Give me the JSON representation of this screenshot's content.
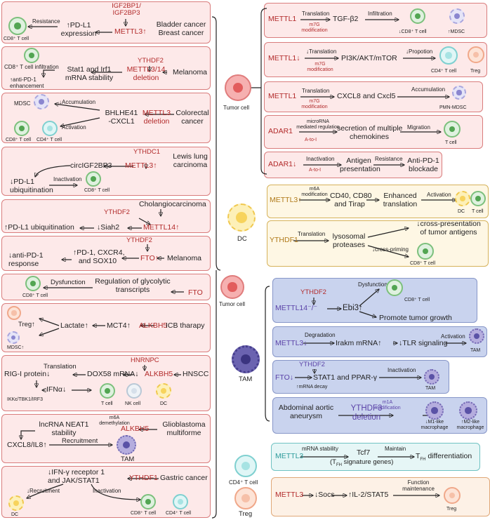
{
  "left": {
    "p1": {
      "above": "IGF2BP1/\nIGF2BP3",
      "cancer": "Bladder cancer\nBreast cancer",
      "gene": "METTL3↑",
      "result": "↑PD-L1\nexpression",
      "arrow_label": "Resistance",
      "cell": "CD8⁺ T cell"
    },
    "p2": {
      "gene_top": "YTHDF2",
      "gene": "METTL3/14\ndeletion",
      "cancer": "Melanoma",
      "mid": "Stat1 and Irf1\nmRNA stability",
      "out1": "CD8⁺ T cell infiltration",
      "out2": "↑anti-PD-1\nenhancement"
    },
    "p3": {
      "cancer": "Colorectal\ncancer",
      "gene": "METTL3\ndeletion",
      "mid": "BHLHE41\n-CXCL1",
      "lab1": "↓Accumulation",
      "lab2": "Activation",
      "c1": "MDSC",
      "c2": "CD8⁺ T cell",
      "c3": "CD4⁺ T cell"
    },
    "p4": {
      "reader": "YTHDC1",
      "gene": "METTL3↑",
      "cancer": "Lewis lung\ncarcinoma",
      "mid": "circIGF2BP3",
      "out": "↓PD-L1\nubiquitination",
      "lab": "Inactivation",
      "cell": "CD8⁺ T cell"
    },
    "p5": {
      "cancer": "Cholangiocarcinoma",
      "reader": "YTHDF2",
      "gene": "METTL14↑",
      "mid": "↓Siah2",
      "out": "↑PD-L1 ubiquitination"
    },
    "p6": {
      "reader": "YTHDF2",
      "gene": "FTO↑",
      "cancer": "Melanoma",
      "mid": "↑PD-1, CXCR4,\nand SOX10",
      "out": "↓anti-PD-1\nresponse"
    },
    "p7": {
      "cell": "CD8⁺ T cell",
      "lab": "Dysfunction",
      "mid": "Regulation of glycolytic\ntranscripts",
      "gene": "FTO"
    },
    "p8": {
      "c1": "Treg↑",
      "c2": "MDSC↑",
      "mid1": "Lactate↑",
      "mid2": "MCT4↑",
      "gene": "ALKBH5",
      "cancer": "ICB tharapy"
    },
    "p9": {
      "above": "HNRNPC",
      "gene": "ALKBH5",
      "cancer": "HNSCC",
      "mid": "DOX58 mRNA↓",
      "lab": "Translation",
      "out1": "RIG-I protein↓",
      "out2": "IFNα↓",
      "sub": "IKKε/TBK1/IRF3",
      "c1": "T cell",
      "c2": "NK cell",
      "c3": "DC"
    },
    "p10": {
      "lab_top": "m6A\ndemethylation",
      "gene": "ALKBH5",
      "cancer": "Glioblastoma\nmultiforme",
      "mid": "lncRNA NEAT1\nstability",
      "out": "CXCL8/IL8↑",
      "lab": "Recruitment",
      "cell": "TAM"
    },
    "p11": {
      "mid": "↓IFN-γ receptor 1\nand JAK/STAT1",
      "gene": "YTHDF1",
      "cancer": "Gastric cancer",
      "lab1": "↓Recruitment",
      "lab2": "Inactivation",
      "c1": "DC",
      "c2": "CD8⁺ T cell",
      "c3": "CD4⁺ T cell"
    }
  },
  "side_labels": {
    "tumor1": "Tumor cell",
    "tumor2": "Tumor cell",
    "dc": "DC",
    "tam": "TAM",
    "cd4": "CD4⁺ T cell",
    "treg": "Treg"
  },
  "right": {
    "r1": {
      "gene": "METTL1",
      "lab_top": "Translation",
      "lab_bot": "m7G\nmodification",
      "mid": "TGF-β2",
      "lab2": "Infiltration",
      "c1": "↓CD8⁺ T cell",
      "c2": "↑MDSC"
    },
    "r2": {
      "gene": "METTL1↓",
      "lab_top": "↓Translation",
      "lab_bot": "m7G\nmodification",
      "mid": "PI3K/AKT/mTOR",
      "lab2": "↓Propotion",
      "c1": "CD4⁺ T cell",
      "c2": "Treg"
    },
    "r3": {
      "gene": "METTL1",
      "lab_top": "Translation",
      "lab_bot": "m7G\nmodification",
      "mid": "CXCL8 and Cxcl5",
      "lab2": "Accumulation",
      "c1": "PMN-MDSC"
    },
    "r4": {
      "gene": "ADAR1",
      "lab_top": "microRNA\nmediated regulation",
      "lab_bot": "A-to-I",
      "mid": "secretion of multiple\nchemokines",
      "lab2": "Migration",
      "c1": "T cell"
    },
    "r5": {
      "gene": "ADAR1↓",
      "lab_top": "Inactivation",
      "lab_bot": "A-to-I",
      "mid": "Antigen\npresentation",
      "lab2": "Resistance",
      "out": "Anti-PD-1\nblockade"
    },
    "d1": {
      "gene": "METTL3↑",
      "lab_top": "m6A\nmodification",
      "mid": "CD40, CD80\nand Tirap",
      "mid2": "Enhanced\ntranslation",
      "lab2": "Activation",
      "c1": "DC",
      "c2": "T cell"
    },
    "d2": {
      "gene": "YTHDF1",
      "lab_top": "Translation",
      "mid": "lysosomal\nproteases",
      "out1": "↓cross-presentation\nof tumor antigens",
      "lab2": "↓cross-priming",
      "c1": "CD8⁺ T cell"
    },
    "t1": {
      "reader": "YTHDF2",
      "gene": "METTL14⁻/⁻",
      "mid": "Ebi3↑",
      "lab": "Dysfunction",
      "c1": "CD8⁺ T cell",
      "out": "Promote tumor growth"
    },
    "t2": {
      "gene": "METTL3↓",
      "lab": "Degradation",
      "mid": "Irakm mRNA↑",
      "mid2": "↓TLR signaling",
      "lab2": "Activation",
      "c1": "TAM"
    },
    "t3": {
      "reader": "YTHDF2",
      "gene": "FTO↓",
      "lab": "↑mRNA decay",
      "mid": "STAT1 and PPAR-γ",
      "lab2": "Inactivation",
      "c1": "TAM"
    },
    "t4": {
      "cancer": "Abdominal aortic\naneurysm",
      "lab": "m1A\nmodification",
      "gene": "YTHDF3\ndeletion",
      "c1": "↓M1-like\nmacrophage",
      "c2": "↑M2-like\nmacrophage"
    },
    "k1": {
      "gene": "METTL3",
      "lab": "mRNA stability",
      "mid": "Tcf7",
      "sub": "(T",
      "sub2": "FH",
      "sub3": " signature genes)",
      "lab2": "Maintain",
      "out": "T",
      "out_sub": "FH",
      "out2": " differentiation"
    },
    "k2": {
      "gene": "METTL3",
      "mid": "↓Socs",
      "mid2": "↑IL-2/STAT5",
      "lab": "Function\nmaintenance",
      "c1": "Treg"
    }
  }
}
